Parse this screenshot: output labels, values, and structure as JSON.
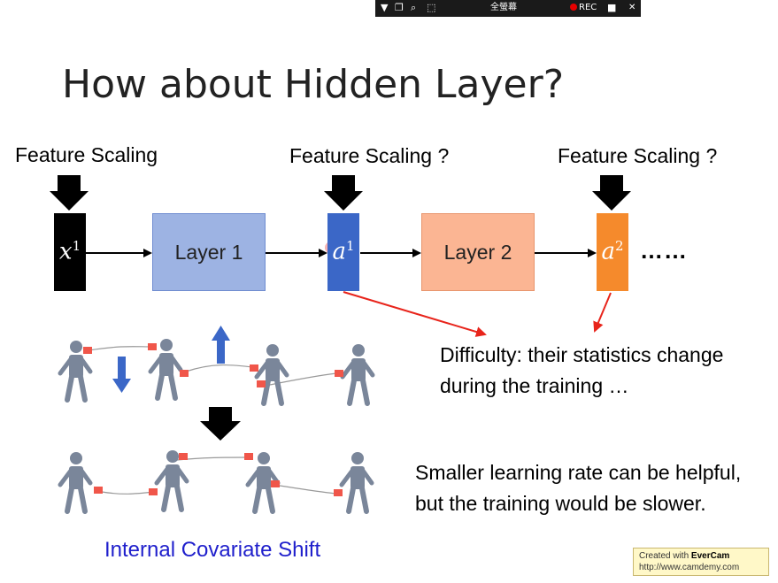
{
  "toolbar": {
    "icons": [
      "dropdown-arrow-icon",
      "window-icon",
      "zoom-icon",
      "region-icon"
    ],
    "fullscreen_label": "全螢幕",
    "rec_label": "REC",
    "close_glyph": "✕"
  },
  "slide": {
    "title": "How about Hidden Layer?",
    "labels": {
      "fs_input": "Feature Scaling",
      "fs_a1": "Feature Scaling ?",
      "fs_a2": "Feature Scaling ?"
    },
    "vectors": {
      "x1_base": "x",
      "x1_sup": "1",
      "a1_base": "a",
      "a1_sup": "1",
      "a2_base": "a",
      "a2_sup": "2"
    },
    "layers": [
      "Layer 1",
      "Layer 2"
    ],
    "ellipsis": "……",
    "difficulty": "Difficulty: their statistics change during the training …",
    "smaller_lr": "Smaller learning rate can be helpful, but the training would be slower.",
    "ics_label": "Internal Covariate Shift",
    "colors": {
      "x1": "#000000",
      "a1": "#3b67c7",
      "a2": "#f58a2c",
      "layer1": "#9db3e3",
      "layer2": "#fbb593",
      "red_arrow": "#e8241b",
      "ics_text": "#1f1fcc",
      "figure": "#7a869a",
      "cup": "#f0564a"
    }
  },
  "watermark": {
    "created_prefix": "Created with ",
    "brand": "EverCam",
    "url": "http://www.camdemy.com"
  }
}
